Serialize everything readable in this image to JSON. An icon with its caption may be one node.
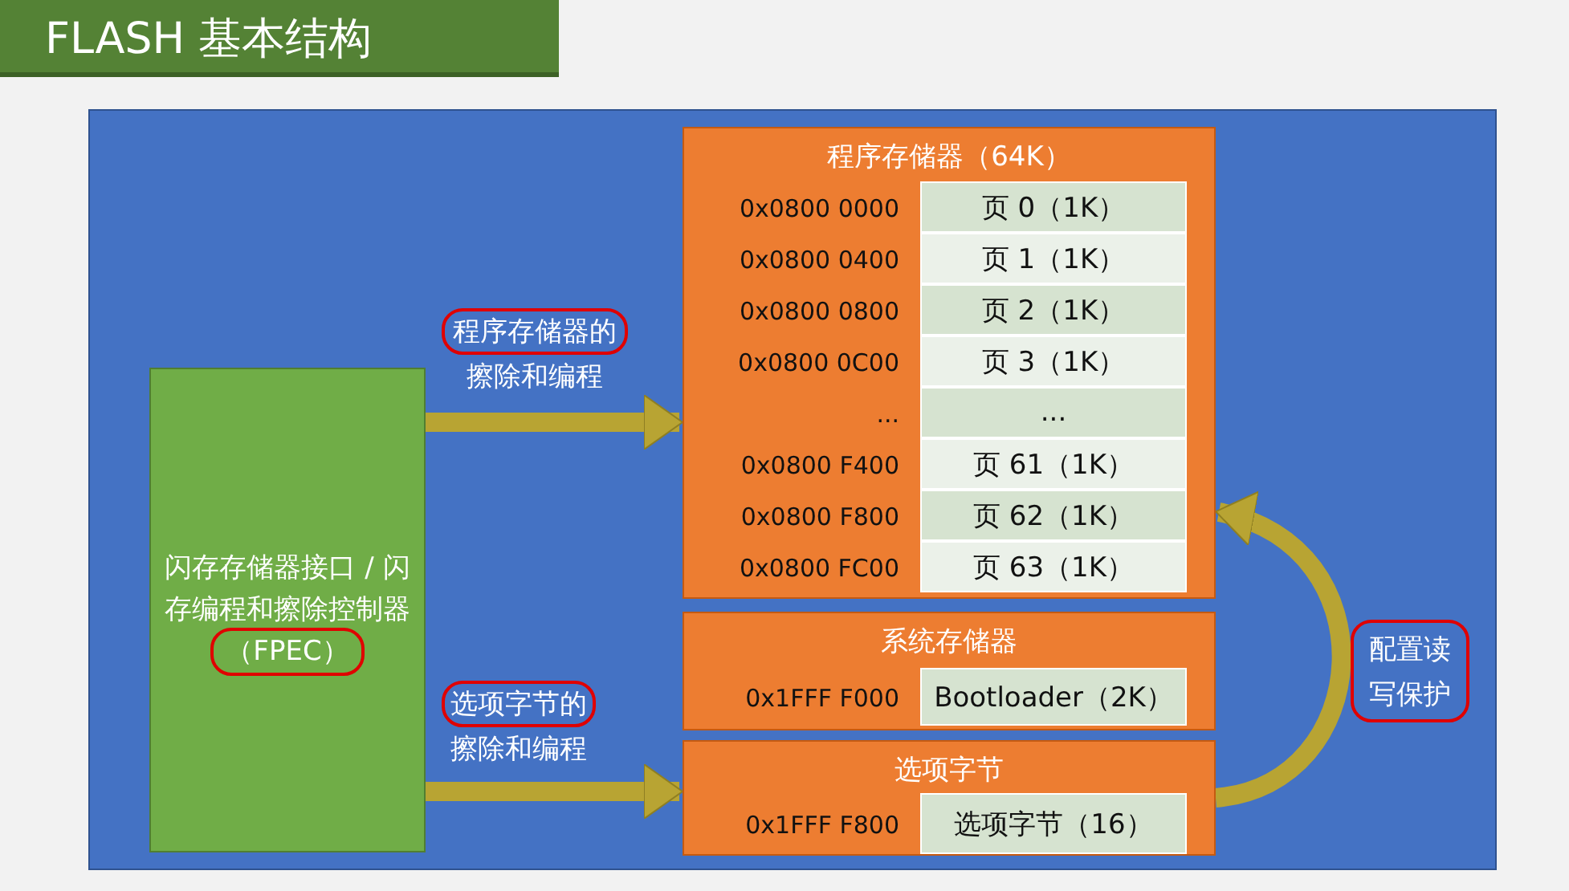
{
  "diagram": {
    "title": "FLASH 基本结构",
    "nodes": [
      {
        "text": [],
        "shape": "box"
      },
      {
        "text": [
          "闪存存储器接口 / 闪存编程和擦除控制器（FPEC）"
        ],
        "in": 0
      },
      {
        "text": [
          "程序存储器（64K）"
        ],
        "in": 0
      },
      {
        "text": [
          "页 0（1K）"
        ],
        "in": 2,
        "beside": [
          "0x0800 0000"
        ]
      },
      {
        "text": [
          "页 1（1K）"
        ],
        "in": 2,
        "beside": [
          "0x0800 0400"
        ]
      },
      {
        "text": [
          "页 2（1K）"
        ],
        "in": 2,
        "beside": [
          "0x0800 0800"
        ]
      },
      {
        "text": [
          "页 3（1K）"
        ],
        "in": 2,
        "beside": [
          "0x0800 0C00"
        ]
      },
      {
        "text": [
          "..."
        ],
        "in": 2,
        "beside": [
          "..."
        ]
      },
      {
        "text": [
          "页 61（1K）"
        ],
        "in": 2,
        "beside": [
          "0x0800 F400"
        ]
      },
      {
        "text": [
          "页 62（1K）"
        ],
        "in": 2,
        "beside": [
          "0x0800 F800"
        ]
      },
      {
        "text": [
          "页 63（1K）"
        ],
        "in": 2,
        "beside": [
          "0x0800 FC00"
        ]
      },
      {
        "text": [
          "系统存储器"
        ],
        "in": 0
      },
      {
        "text": [
          "Bootloader（2K）"
        ],
        "in": 11,
        "beside": [
          "0x1FFF F000"
        ]
      },
      {
        "text": [
          "选项字节"
        ],
        "in": 0
      },
      {
        "text": [
          "选项字节（16）"
        ],
        "in": 13,
        "beside": [
          "0x1FFF F800"
        ]
      }
    ],
    "edges": [
      {
        "from": 1,
        "to": 2,
        "arrow": "to",
        "label": "程序存储器的擦除和编程"
      },
      {
        "from": 1,
        "to": 13,
        "arrow": "to",
        "label": "选项字节的擦除和编程"
      },
      {
        "from": 13,
        "to": 2,
        "arrow": "to",
        "label": "配置读写保护"
      }
    ]
  }
}
